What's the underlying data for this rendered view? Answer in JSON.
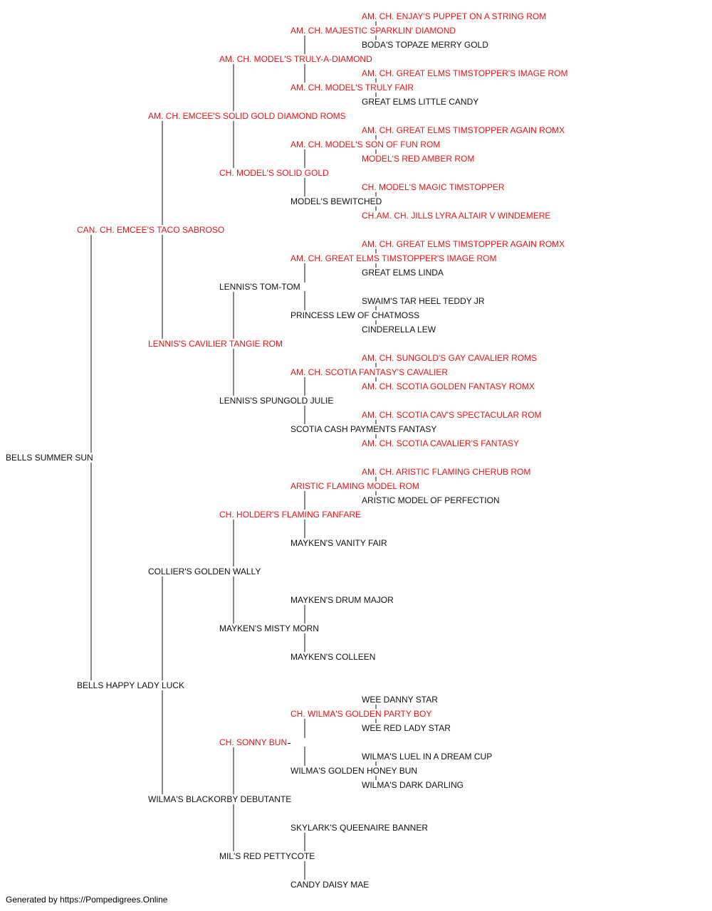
{
  "colors": {
    "champion": "#ee1111",
    "normal": "#111111",
    "line": "#111111"
  },
  "footer": "Generated by https://Pompedigrees.Online",
  "pedigree": {
    "name": "BELLS SUMMER SUN",
    "champion": false,
    "sire": {
      "name": "CAN. CH. EMCEE'S TACO SABROSO",
      "champion": true,
      "sire": {
        "name": "AM. CH. EMCEE'S SOLID GOLD DIAMOND ROMS",
        "champion": true,
        "sire": {
          "name": "AM. CH. MODEL'S TRULY-A-DIAMOND",
          "champion": true,
          "sire": {
            "name": "AM. CH. MAJESTIC SPARKLIN' DIAMOND",
            "champion": true,
            "sire": {
              "name": "AM. CH. ENJAY'S PUPPET ON A STRING ROM",
              "champion": true
            },
            "dam": {
              "name": "BODA'S TOPAZE MERRY GOLD",
              "champion": false
            }
          },
          "dam": {
            "name": "AM. CH. MODEL'S TRULY FAIR",
            "champion": true,
            "sire": {
              "name": "AM. CH. GREAT ELMS TIMSTOPPER'S IMAGE ROM",
              "champion": true
            },
            "dam": {
              "name": "GREAT ELMS LITTLE CANDY",
              "champion": false
            }
          }
        },
        "dam": {
          "name": "CH. MODEL'S SOLID GOLD",
          "champion": true,
          "sire": {
            "name": "AM. CH. MODEL'S SON OF FUN ROM",
            "champion": true,
            "sire": {
              "name": "AM. CH. GREAT ELMS TIMSTOPPER AGAIN ROMX",
              "champion": true
            },
            "dam": {
              "name": "MODEL'S RED AMBER ROM",
              "champion": true
            }
          },
          "dam": {
            "name": "MODEL'S BEWITCHED",
            "champion": false,
            "sire": {
              "name": "CH. MODEL'S MAGIC TIMSTOPPER",
              "champion": true
            },
            "dam": {
              "name": "CH.AM. CH. JILLS LYRA ALTAIR V WINDEMERE",
              "champion": true
            }
          }
        }
      },
      "dam": {
        "name": "LENNIS'S CAVILIER TANGIE ROM",
        "champion": true,
        "sire": {
          "name": "LENNIS'S TOM-TOM",
          "champion": false,
          "sire": {
            "name": "AM. CH. GREAT ELMS TIMSTOPPER'S IMAGE ROM",
            "champion": true,
            "sire": {
              "name": "AM. CH. GREAT ELMS TIMSTOPPER AGAIN ROMX",
              "champion": true
            },
            "dam": {
              "name": "GREAT ELMS LINDA",
              "champion": false
            }
          },
          "dam": {
            "name": "PRINCESS LEW OF CHATMOSS",
            "champion": false,
            "sire": {
              "name": "SWAIM'S TAR HEEL TEDDY JR",
              "champion": false
            },
            "dam": {
              "name": "CINDERELLA LEW",
              "champion": false
            }
          }
        },
        "dam": {
          "name": "LENNIS'S SPUNGOLD JULIE",
          "champion": false,
          "sire": {
            "name": "AM. CH. SCOTIA FANTASY'S CAVALIER",
            "champion": true,
            "sire": {
              "name": "AM. CH. SUNGOLD'S GAY CAVALIER ROMS",
              "champion": true
            },
            "dam": {
              "name": "AM. CH. SCOTIA GOLDEN FANTASY ROMX",
              "champion": true
            }
          },
          "dam": {
            "name": "SCOTIA CASH PAYMENTS FANTASY",
            "champion": false,
            "sire": {
              "name": "AM. CH. SCOTIA CAV'S SPECTACULAR ROM",
              "champion": true
            },
            "dam": {
              "name": "AM. CH. SCOTIA CAVALIER'S FANTASY",
              "champion": true
            }
          }
        }
      }
    },
    "dam": {
      "name": "BELLS HAPPY LADY LUCK",
      "champion": false,
      "sire": {
        "name": "COLLIER'S GOLDEN WALLY",
        "champion": false,
        "sire": {
          "name": "CH. HOLDER'S FLAMING FANFARE",
          "champion": true,
          "sire": {
            "name": "ARISTIC FLAMING MODEL ROM",
            "champion": true,
            "sire": {
              "name": "AM. CH. ARISTIC FLAMING CHERUB ROM",
              "champion": true
            },
            "dam": {
              "name": "ARISTIC MODEL OF PERFECTION",
              "champion": false
            }
          },
          "dam": {
            "name": "MAYKEN'S VANITY FAIR",
            "champion": false
          }
        },
        "dam": {
          "name": "MAYKEN'S MISTY MORN",
          "champion": false,
          "sire": {
            "name": "MAYKEN'S DRUM MAJOR",
            "champion": false
          },
          "dam": {
            "name": "MAYKEN'S COLLEEN",
            "champion": false
          }
        }
      },
      "dam": {
        "name": "WILMA'S BLACKORBY DEBUTANTE",
        "champion": false,
        "sire": {
          "name": "CH. SONNY BUN",
          "champion": true,
          "sire": {
            "name": "CH. WILMA'S GOLDEN PARTY BOY",
            "champion": true,
            "sire": {
              "name": "WEE DANNY STAR",
              "champion": false
            },
            "dam": {
              "name": "WEE RED LADY STAR",
              "champion": false
            }
          },
          "dam": {
            "name": "WILMA'S GOLDEN HONEY BUN",
            "champion": false,
            "sire": {
              "name": "WILMA'S LUEL IN A DREAM CUP",
              "champion": false
            },
            "dam": {
              "name": "WILMA'S DARK DARLING",
              "champion": false
            }
          }
        },
        "dam": {
          "name": "MIL'S RED PETTYCOTE",
          "champion": false,
          "sire": {
            "name": "SKYLARK'S QUEENAIRE BANNER",
            "champion": false
          },
          "dam": {
            "name": "CANDY DAISY MAE",
            "champion": false
          }
        }
      }
    }
  }
}
